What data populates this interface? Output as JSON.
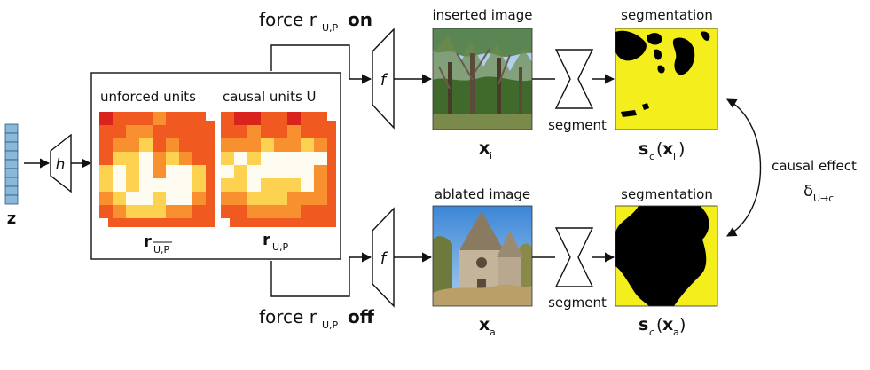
{
  "labels": {
    "z": "z",
    "h": "h",
    "f": "f",
    "unforced_units": "unforced units",
    "causal_units": "causal units U",
    "r_sym": "r",
    "r_unforced_sub": "U,P",
    "r_causal_sub": "U,P",
    "force_word": "force r",
    "force_sub": "U,P",
    "on": "on",
    "off": "off",
    "inserted_image": "inserted image",
    "ablated_image": "ablated image",
    "segment": "segment",
    "segmentation": "segmentation",
    "x": "x",
    "x_i_sub": "i",
    "x_a_sub": "a",
    "s": "s",
    "s_sub": "c",
    "causal_effect": "causal effect",
    "delta": "δ",
    "delta_sub": "U→c"
  },
  "colors": {
    "latent_cell": "#8ab8d8",
    "latent_stroke": "#2a5a80",
    "seg_yellow": "#f4ee1c",
    "seg_black": "#000000",
    "heat_dark": "#d8241c",
    "heat_mid": "#f05a20",
    "heat_orange": "#f89030",
    "heat_light": "#fcd250",
    "heat_white": "#fefcf0"
  }
}
